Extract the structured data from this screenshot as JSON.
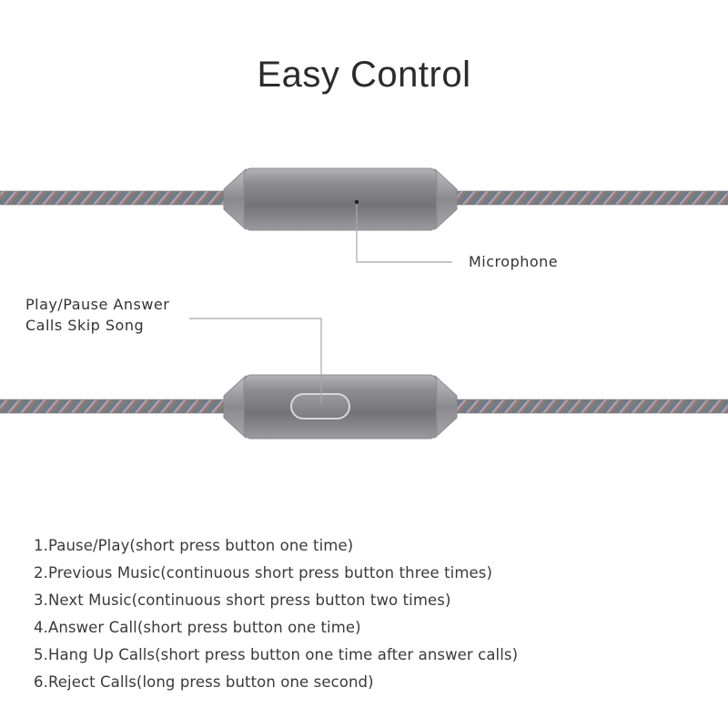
{
  "title": "Easy Control",
  "callouts": {
    "microphone": "Microphone",
    "button_line1": "Play/Pause Answer",
    "button_line2": "Calls Skip Song"
  },
  "instructions": [
    "1.Pause/Play(short press button one time)",
    "2.Previous Music(continuous short press button three times)",
    "3.Next Music(continuous short press button two times)",
    "4.Answer Call(short press button one time)",
    "5.Hang Up Calls(short press button one time after answer calls)",
    "6.Reject Calls(long press button one second)"
  ],
  "colors": {
    "body_metal": "#7e7e82",
    "cable_base": "#8a8a8c",
    "leader_line": "#a8a8a8"
  }
}
